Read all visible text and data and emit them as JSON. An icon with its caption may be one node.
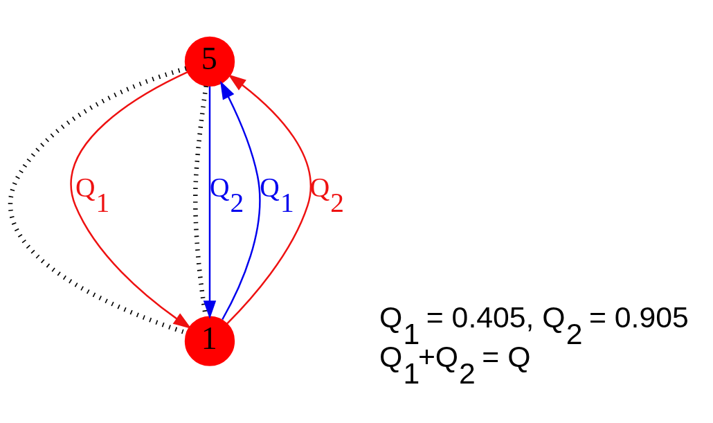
{
  "diagram": {
    "nodes": [
      {
        "text": [
          "5"
        ]
      },
      {
        "text": [
          "1"
        ]
      }
    ],
    "edges": [
      {
        "from": 0,
        "to": 1,
        "arrow": "none",
        "style": "dashed",
        "color": "#000000"
      },
      {
        "from": 0,
        "to": 1,
        "arrow": "to",
        "label": "Q$_{1}$",
        "color": "#ee1111"
      },
      {
        "from": 0,
        "to": 1,
        "arrow": "none",
        "style": "dashed",
        "color": "#000000"
      },
      {
        "from": 0,
        "to": 1,
        "arrow": "to",
        "label": "Q$_{2}$",
        "color": "#0000ee"
      },
      {
        "from": 1,
        "to": 0,
        "arrow": "to",
        "label": "Q$_{1}$",
        "color": "#0000ee"
      },
      {
        "from": 1,
        "to": 0,
        "arrow": "to",
        "label": "Q$_{2}$",
        "color": "#ee1111"
      }
    ],
    "labels": [
      "Q$_{1}$ = 0.405, Q$_{2}$ = 0.905",
      "Q$_{1}$+Q$_{2}$ = Q"
    ]
  }
}
